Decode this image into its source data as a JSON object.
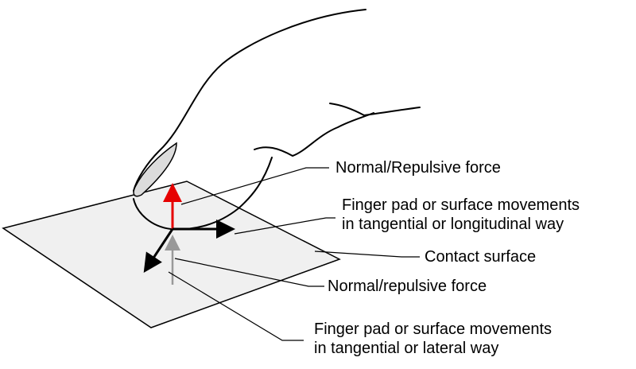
{
  "labels": {
    "normal_force_top": "Normal/Repulsive force",
    "movement_longitudinal": {
      "line1": "Finger pad or surface movements",
      "line2": "in tangential or longitudinal way"
    },
    "contact_surface": "Contact surface",
    "normal_force_bottom": "Normal/repulsive force",
    "movement_lateral": {
      "line1": "Finger pad or surface movements",
      "line2": "in tangential or lateral way"
    }
  },
  "colors": {
    "surface_fill": "#f0f0f0",
    "outline": "#000000",
    "nail_fill": "#dcdcdc",
    "normal_force_arrow": "#e60000",
    "repulsive_force_arrow": "#999999",
    "tangential_arrows": "#000000"
  }
}
